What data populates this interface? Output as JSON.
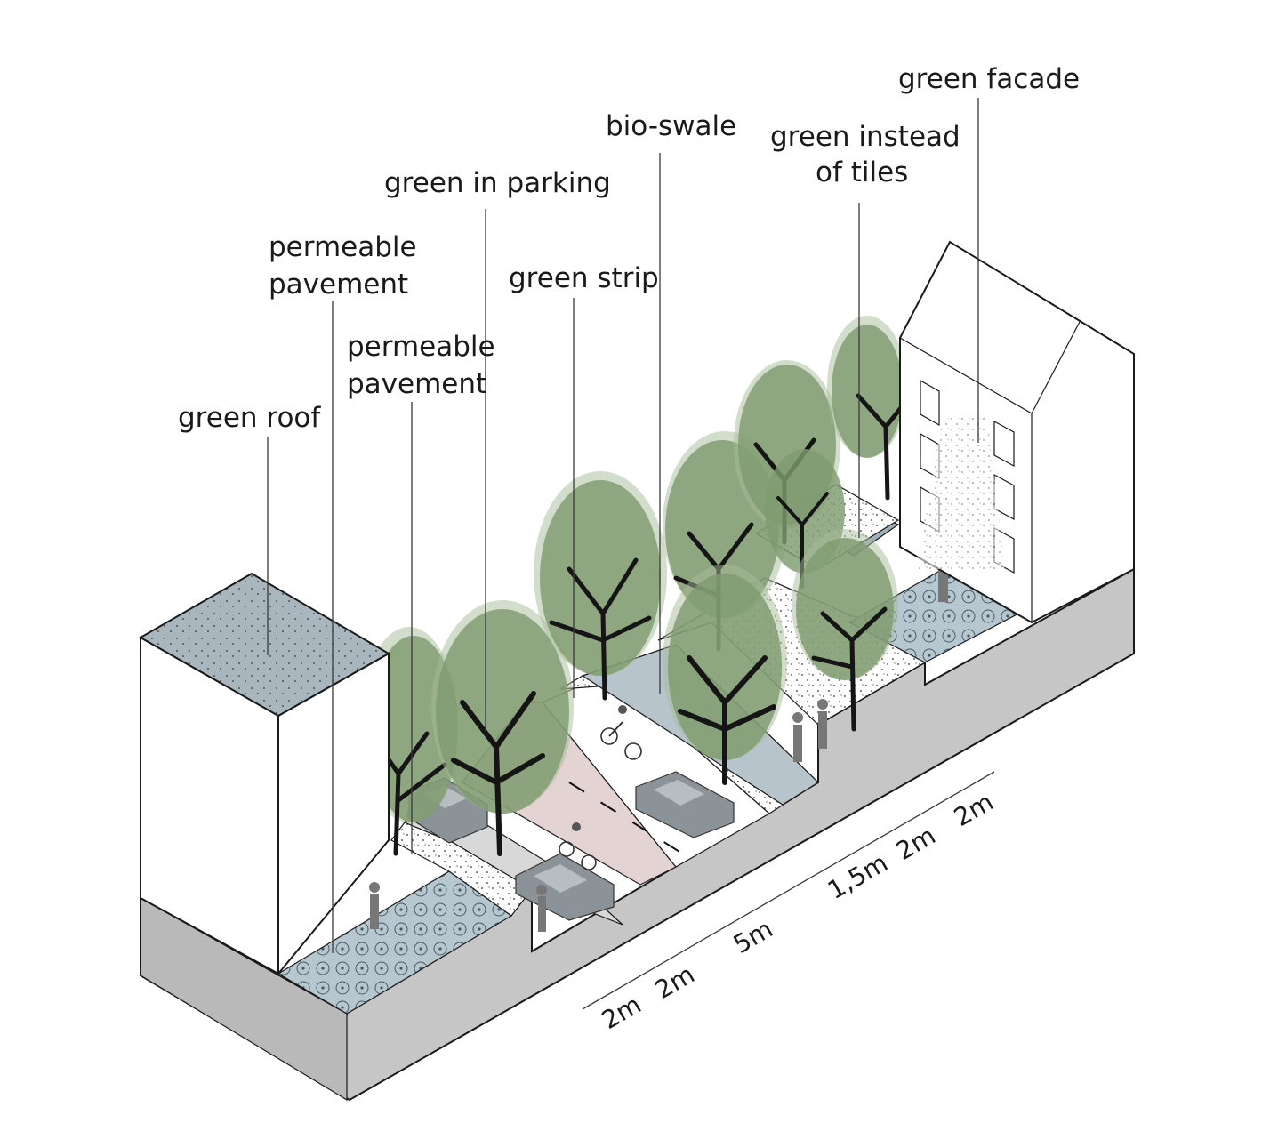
{
  "labels": {
    "green_roof": "green roof",
    "permeable_pavement_1": [
      "permeable",
      "pavement"
    ],
    "permeable_pavement_2": [
      "permeable",
      "pavement"
    ],
    "green_in_parking": "green in parking",
    "green_strip": "green strip",
    "bio_swale": "bio-swale",
    "green_instead_of_tiles": [
      "green instead",
      "of tiles"
    ],
    "green_facade": "green facade"
  },
  "dimensions": [
    "2m",
    "2m",
    "5m",
    "1,5m",
    "2m",
    "2m"
  ],
  "colors": {
    "roof": "#a9b6be",
    "canopy": "#7f9b70",
    "ground": "#c6c6c6",
    "bike_lane": "#e4d3d3",
    "bio_swale": "#b7c4cb"
  }
}
